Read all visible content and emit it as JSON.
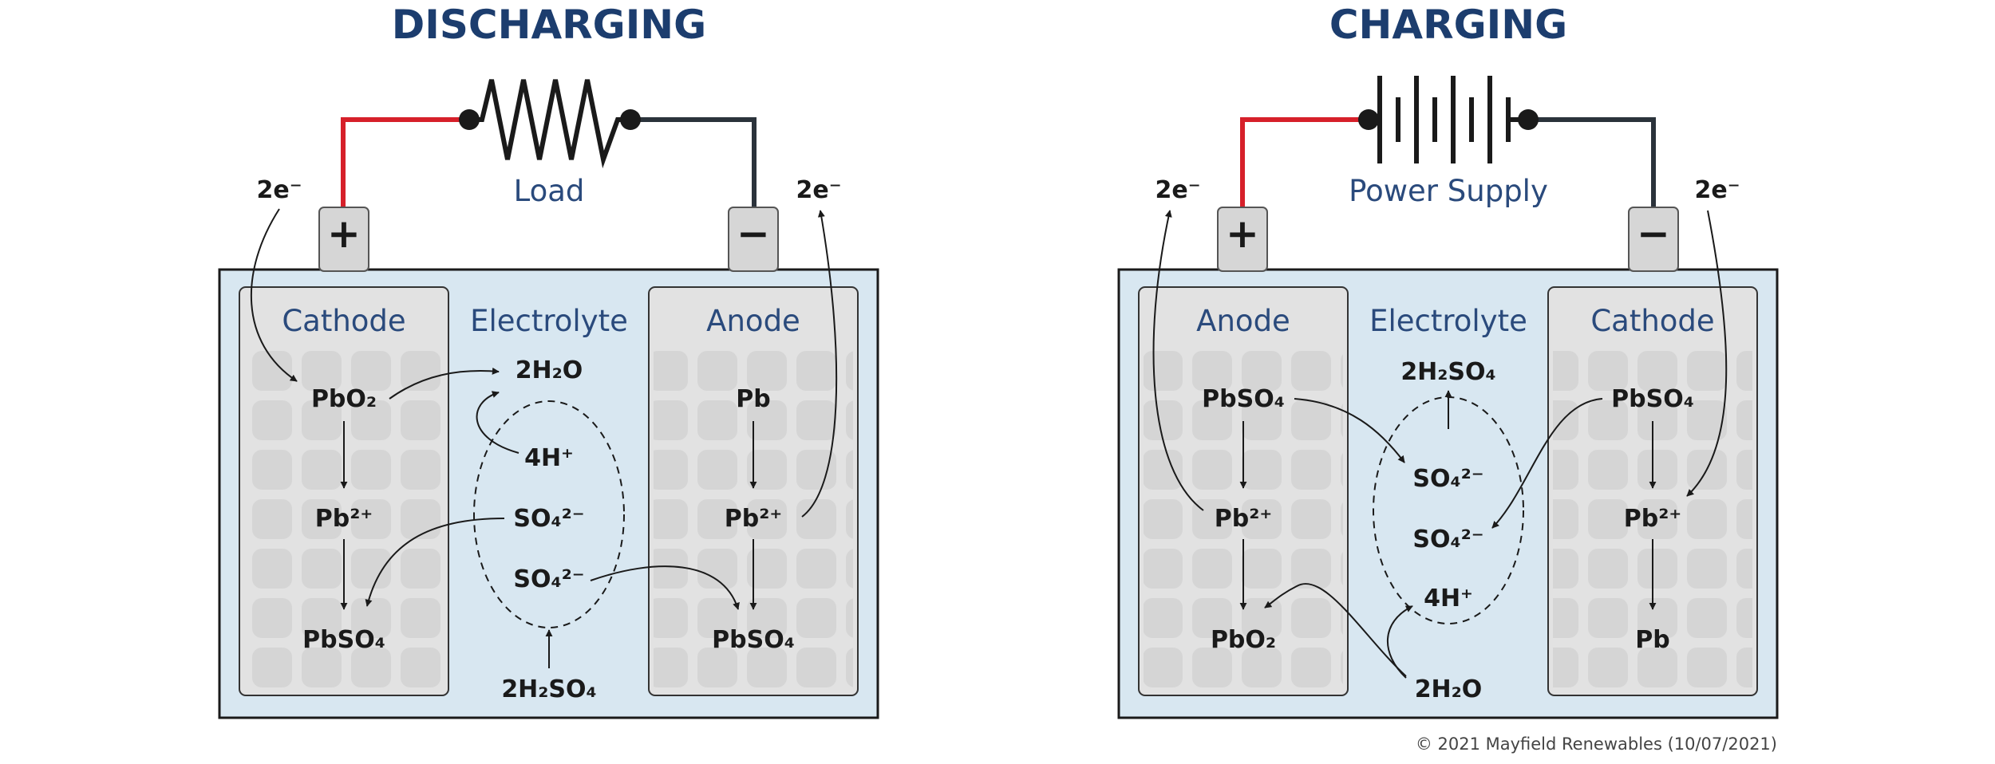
{
  "colors": {
    "title": "#1c3d6e",
    "label": "#2a4a7c",
    "battery_fill": "#d8e7f1",
    "positive_wire": "#d6202a",
    "negative_wire": "#2b333b",
    "terminal": "#d6d6d6"
  },
  "discharging": {
    "title": "DISCHARGING",
    "load_label": "Load",
    "positive_sign": "+",
    "negative_sign": "−",
    "left_electron": "2e⁻",
    "right_electron": "2e⁻",
    "cathode": {
      "label": "Cathode",
      "top": "PbO₂",
      "middle": "Pb²⁺",
      "bottom": "PbSO₄"
    },
    "electrolyte": {
      "label": "Electrolyte",
      "top": "2H₂O",
      "ion_h": "4H⁺",
      "ion_so4_1": "SO₄²⁻",
      "ion_so4_2": "SO₄²⁻",
      "bottom": "2H₂SO₄"
    },
    "anode": {
      "label": "Anode",
      "top": "Pb",
      "middle": "Pb²⁺",
      "bottom": "PbSO₄"
    }
  },
  "charging": {
    "title": "CHARGING",
    "supply_label": "Power Supply",
    "positive_sign": "+",
    "negative_sign": "−",
    "left_electron": "2e⁻",
    "right_electron": "2e⁻",
    "anode": {
      "label": "Anode",
      "top": "PbSO₄",
      "middle": "Pb²⁺",
      "bottom": "PbO₂"
    },
    "electrolyte": {
      "label": "Electrolyte",
      "top": "2H₂SO₄",
      "ion_so4_1": "SO₄²⁻",
      "ion_so4_2": "SO₄²⁻",
      "ion_h": "4H⁺",
      "bottom": "2H₂O"
    },
    "cathode": {
      "label": "Cathode",
      "top": "PbSO₄",
      "middle": "Pb²⁺",
      "bottom": "Pb"
    }
  },
  "copyright": "© 2021 Mayfield Renewables (10/07/2021)"
}
